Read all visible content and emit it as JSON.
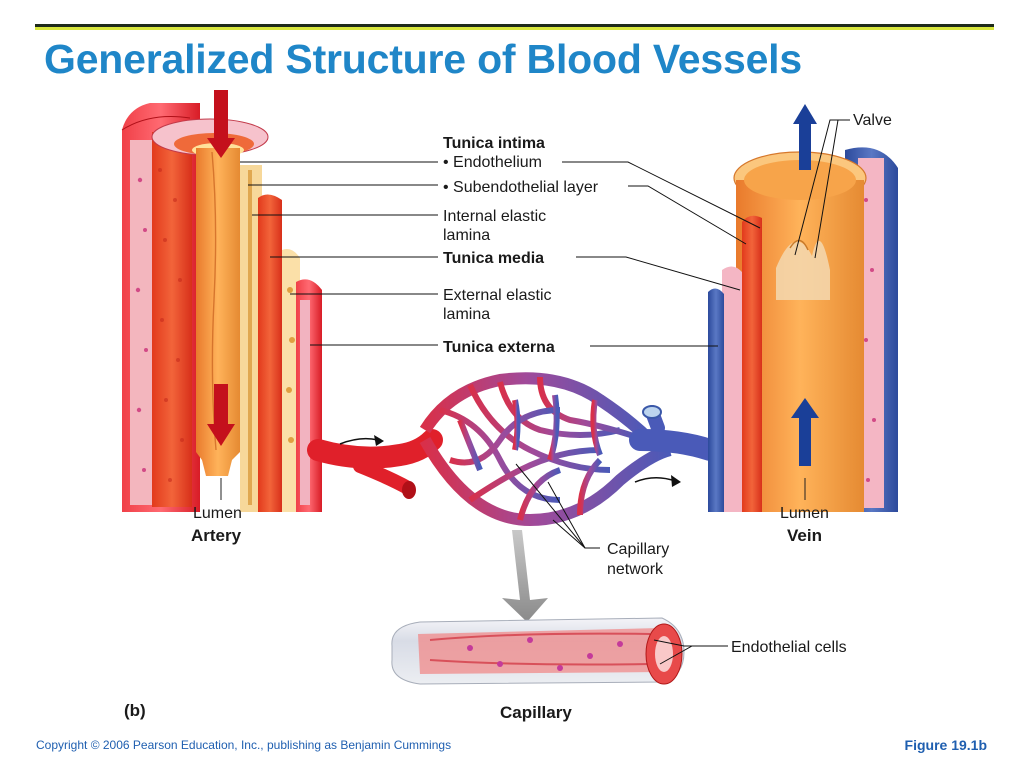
{
  "slide": {
    "title": "Generalized Structure of Blood Vessels",
    "copyright": "Copyright © 2006 Pearson Education, Inc., publishing as Benjamin Cummings",
    "figure_ref": "Figure 19.1b"
  },
  "diagram": {
    "layer_labels": {
      "tunica_intima": "Tunica intima",
      "endothelium": "• Endothelium",
      "subendothelial": "• Subendothelial layer",
      "internal_elastic_1": "Internal elastic",
      "internal_elastic_2": "lamina",
      "tunica_media": "Tunica media",
      "external_elastic_1": "External elastic",
      "external_elastic_2": "lamina",
      "tunica_externa": "Tunica externa"
    },
    "valve": "Valve",
    "artery_lumen": "Lumen",
    "artery": "Artery",
    "vein_lumen": "Lumen",
    "vein": "Vein",
    "capillary_network_1": "Capillary",
    "capillary_network_2": "network",
    "endothelial_cells": "Endothelial cells",
    "panel": "(b)",
    "capillary": "Capillary"
  },
  "colors": {
    "title": "#1f86c8",
    "footer": "#1f5fb0",
    "artery_red": "#e0202a",
    "vein_blue": "#3a58a8",
    "arrow_red": "#c4101c",
    "arrow_blue": "#1a3f98"
  }
}
